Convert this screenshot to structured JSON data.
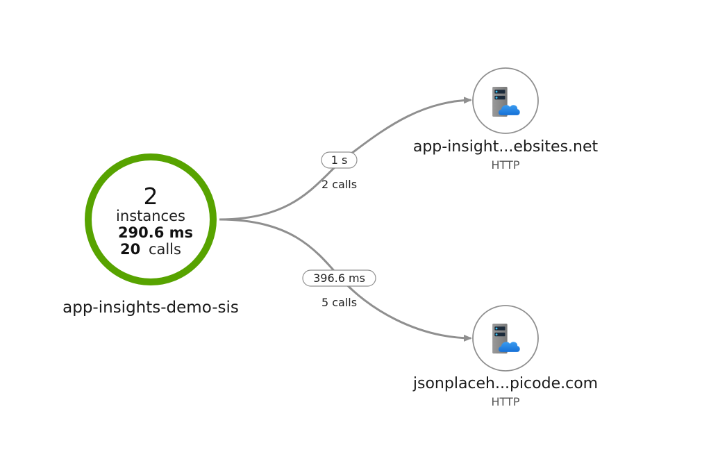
{
  "app_node": {
    "instance_count": "2",
    "instances_label": "instances",
    "duration": "290.6 ms",
    "calls_count": "20",
    "calls_label": "calls",
    "name": "app-insights-demo-sis",
    "health_color": "#57a300"
  },
  "dependencies": [
    {
      "name": "app-insight...ebsites.net",
      "type": "HTTP",
      "icon": "server-cloud-icon",
      "edge_duration": "1 s",
      "edge_calls": "2 calls"
    },
    {
      "name": "jsonplaceh...picode.com",
      "type": "HTTP",
      "icon": "server-cloud-icon",
      "edge_duration": "396.6 ms",
      "edge_calls": "5 calls"
    }
  ],
  "colors": {
    "edge": "#8f8f8f",
    "dependency_ring": "#8f8f8f",
    "cloud": "#1e88e5",
    "server": "#8a8a8a"
  }
}
